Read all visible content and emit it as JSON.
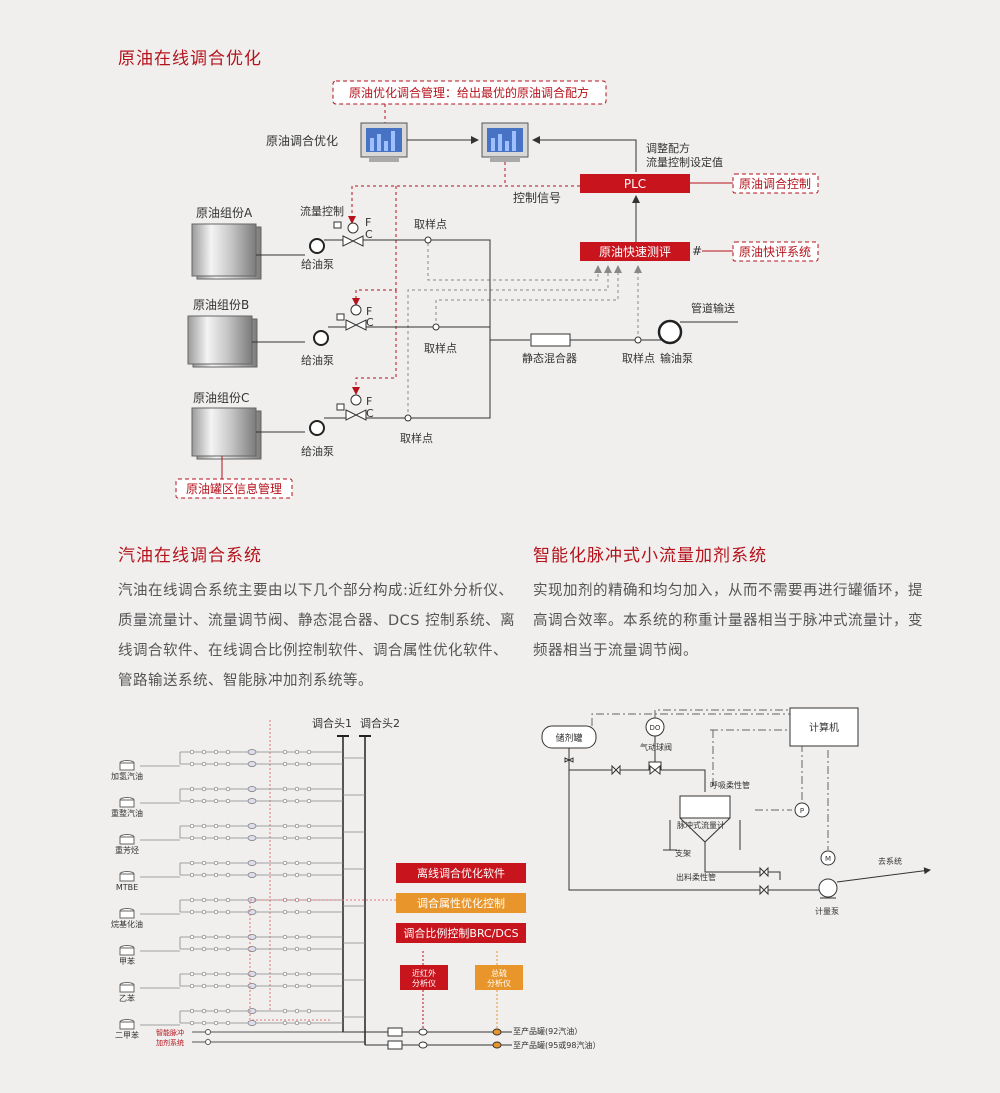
{
  "sec1": {
    "title": "原油在线调合优化",
    "mgmt_note": "原油优化调合管理：给出最优的原油调合配方",
    "opt_label": "原油调合优化",
    "adjust1": "调整配方",
    "adjust2": "流量控制设定值",
    "plc": "PLC",
    "plc_note": "原油调合控制",
    "ctrl_signal": "控制信号",
    "fast_eval": "原油快速测评",
    "fast_note": "原油快评系统",
    "hash": "#",
    "flow_ctrl": "流量控制",
    "comp_a": "原油组份A",
    "comp_b": "原油组份B",
    "comp_c": "原油组份C",
    "pump": "给油泵",
    "sample": "取样点",
    "f": "F",
    "c": "C",
    "mixer": "静态混合器",
    "pipeline": "管道输送",
    "transfer_pump": "输油泵",
    "tank_mgmt": "原油罐区信息管理"
  },
  "sec2": {
    "title": "汽油在线调合系统",
    "text": "汽油在线调合系统主要由以下几个部分构成:近红外分析仪、质量流量计、流量调节阀、静态混合器、DCS 控制系统、离线调合软件、在线调合比例控制软件、调合属性优化软件、管路输送系统、智能脉冲加剂系统等。",
    "header1": "调合头1",
    "header2": "调合头2",
    "components": [
      "加氢汽油",
      "重整汽油",
      "重芳烃",
      "MTBE",
      "烷基化油",
      "甲苯",
      "乙苯",
      "二甲苯"
    ],
    "additive1": "智能脉冲",
    "additive2": "加剂系统",
    "box_offline": "离线调合优化软件",
    "box_property": "调合属性优化控制",
    "box_ratio": "调合比例控制BRC/DCS",
    "nir1": "近红外",
    "nir2": "分析仪",
    "sulfur1": "总硫",
    "sulfur2": "分析仪",
    "product1": "至产品罐(92汽油）",
    "product2": "至产品罐(95或98汽油）"
  },
  "sec3": {
    "title": "智能化脉冲式小流量加剂系统",
    "text": "实现加剂的精确和均匀加入，从而不需要再进行罐循环，提高调合效率。本系统的称重计量器相当于脉冲式流量计，变频器相当于流量调节阀。",
    "tank": "储剂罐",
    "valve": "气动球阀",
    "computer": "计算机",
    "breath": "呼吸柔性管",
    "meter": "脉冲式流量计",
    "support": "支架",
    "outlet": "出料柔性管",
    "metering_pump": "计量泵",
    "to_system": "去系统",
    "do": "DO",
    "p": "P",
    "m": "M"
  },
  "colors": {
    "accent": "#b5121b",
    "bg": "#f0efee",
    "text": "#555555"
  }
}
